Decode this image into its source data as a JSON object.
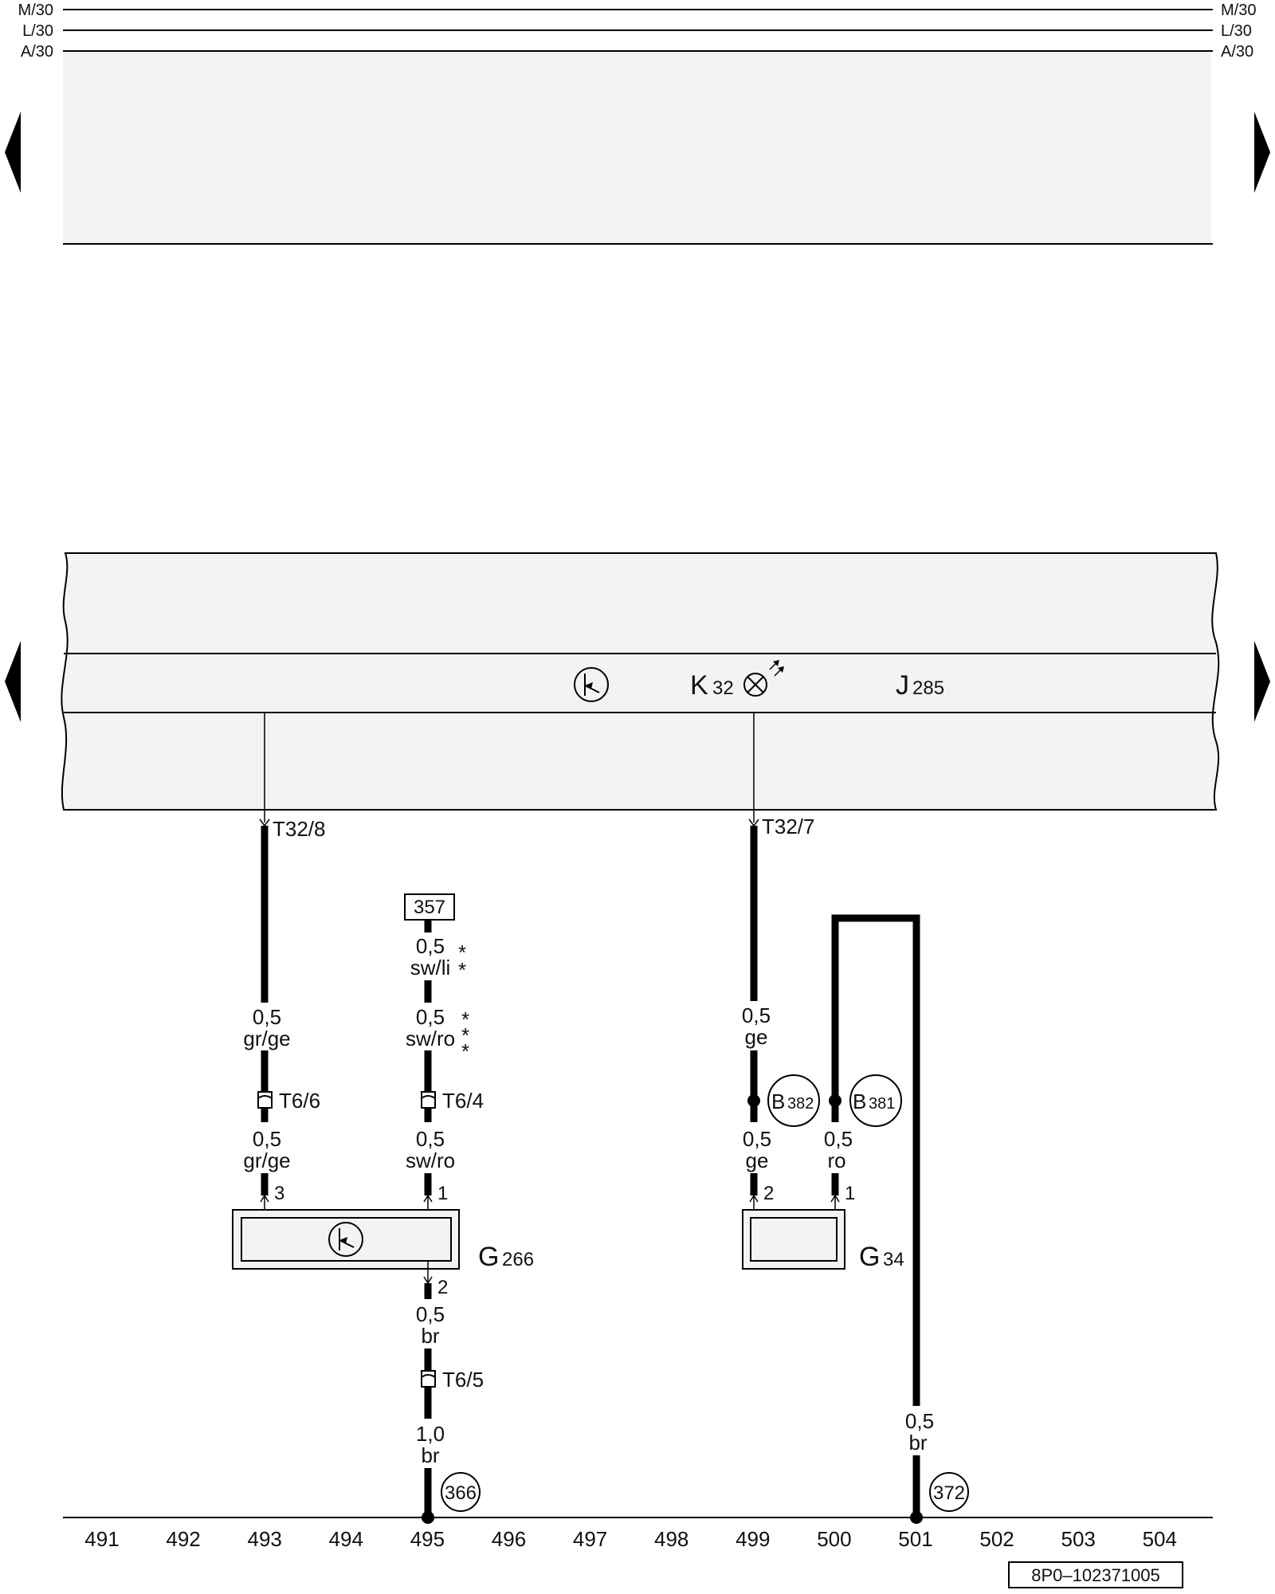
{
  "bus_lines": [
    {
      "left": "M/30",
      "right": "M/30"
    },
    {
      "left": "L/30",
      "right": "L/30"
    },
    {
      "left": "A/30",
      "right": "A/30"
    }
  ],
  "components": {
    "cluster": {
      "name": "J",
      "sub": "285"
    },
    "lamp": {
      "name": "K",
      "sub": "32"
    },
    "sender_fuel": {
      "name": "G",
      "sub": "266"
    },
    "sender_level": {
      "name": "G",
      "sub": "34"
    }
  },
  "pins": {
    "t32_8": "T32/8",
    "t32_7": "T32/7",
    "t6_6": "T6/6",
    "t6_4": "T6/4",
    "t6_5": "T6/5",
    "g266_pin3": "3",
    "g266_pin1": "1",
    "g266_pin2": "2",
    "g34_pin2": "2",
    "g34_pin1": "1"
  },
  "wires": {
    "w1_upper_gauge": "0,5",
    "w1_upper_color": "gr/ge",
    "w1_lower_gauge": "0,5",
    "w1_lower_color": "gr/ge",
    "w2_a_gauge": "0,5",
    "w2_a_color": "sw/li",
    "w2_b_gauge": "0,5",
    "w2_b_color": "sw/ro",
    "w2_c_gauge": "0,5",
    "w2_c_color": "sw/ro",
    "w2_d_gauge": "0,5",
    "w2_d_color": "br",
    "w2_e_gauge": "1,0",
    "w2_e_color": "br",
    "w3_upper_gauge": "0,5",
    "w3_upper_color": "ge",
    "w3_lower_gauge": "0,5",
    "w3_lower_color": "ge",
    "w4_lower_gauge": "0,5",
    "w4_lower_color": "ro",
    "w5_gauge": "0,5",
    "w5_color": "br",
    "star": "*"
  },
  "splices": {
    "b382": {
      "name": "B",
      "sub": "382"
    },
    "b381": {
      "name": "B",
      "sub": "381"
    }
  },
  "references": {
    "ref_357": "357",
    "ground_366": "366",
    "ground_372": "372"
  },
  "track_numbers": [
    "491",
    "492",
    "493",
    "494",
    "495",
    "496",
    "497",
    "498",
    "499",
    "500",
    "501",
    "502",
    "503",
    "504"
  ],
  "drawing_code": "8P0–102371005",
  "colors": {
    "fill": "#f3f3f3",
    "wire": "#000000"
  }
}
